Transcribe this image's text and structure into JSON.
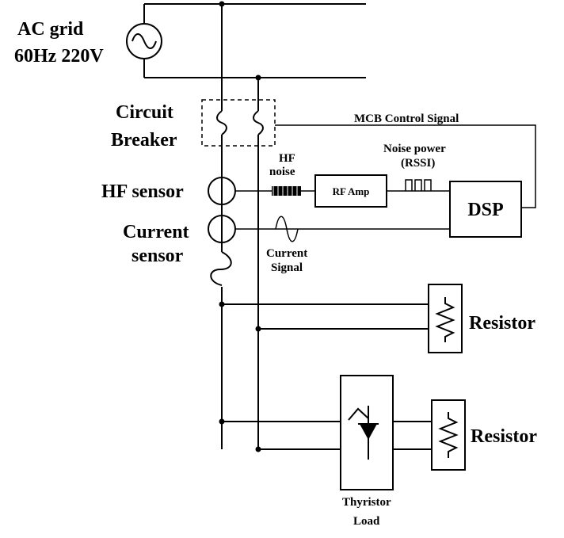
{
  "source": {
    "line1": "AC grid",
    "line2": "60Hz 220V",
    "icon": "ac-sine-source-icon"
  },
  "breaker": {
    "line1": "Circuit",
    "line2": "Breaker",
    "icon": "fuse-icon"
  },
  "hf_sensor": {
    "label": "HF sensor"
  },
  "current_sensor": {
    "line1": "Current",
    "line2": "sensor"
  },
  "hf_noise": {
    "line1": "HF",
    "line2": "noise"
  },
  "rf_amp": {
    "label": "RF Amp"
  },
  "noise_power": {
    "line1": "Noise power",
    "line2": "(RSSI)"
  },
  "dsp": {
    "label": "DSP"
  },
  "mcb_signal": {
    "label": "MCB Control Signal"
  },
  "current_signal": {
    "line1": "Current",
    "line2": "Signal"
  },
  "loads": {
    "resistor1": {
      "label": "Resistor"
    },
    "resistor2": {
      "label": "Resistor"
    },
    "thyristor": {
      "line1": "Thyristor",
      "line2": "Load"
    }
  }
}
